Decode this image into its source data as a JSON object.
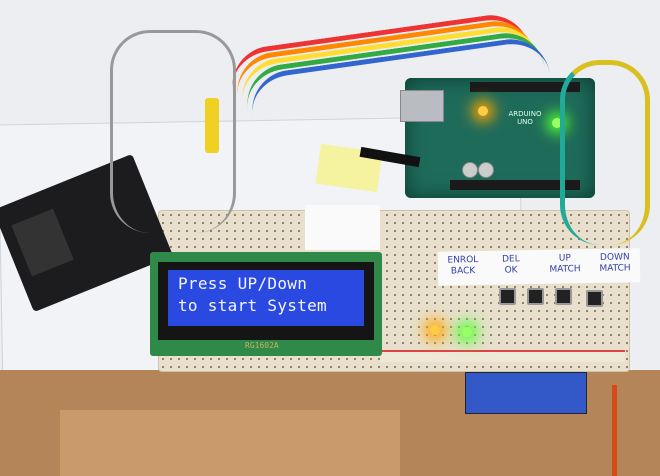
{
  "scene": {
    "description": "Arduino fingerprint sensor attendance/security project on breadboard",
    "colors": {
      "lcd_backlight": "#2a49e0",
      "pcb_green": "#2f8a4a",
      "arduino_teal": "#1f6b5a",
      "cardboard": "#b5855a"
    }
  },
  "lcd": {
    "line1": "Press UP/Down",
    "line2": "to start System",
    "model_label": "RG1602A"
  },
  "arduino": {
    "logo": "ARDUINO",
    "model": "UNO"
  },
  "buttons": [
    {
      "top": "ENROL",
      "bottom": "BACK"
    },
    {
      "top": "DEL",
      "bottom": "OK"
    },
    {
      "top": "UP",
      "bottom": "MATCH"
    },
    {
      "top": "DOWN",
      "bottom": "MATCH"
    }
  ],
  "leds": [
    {
      "color": "yellow"
    },
    {
      "color": "green"
    }
  ]
}
